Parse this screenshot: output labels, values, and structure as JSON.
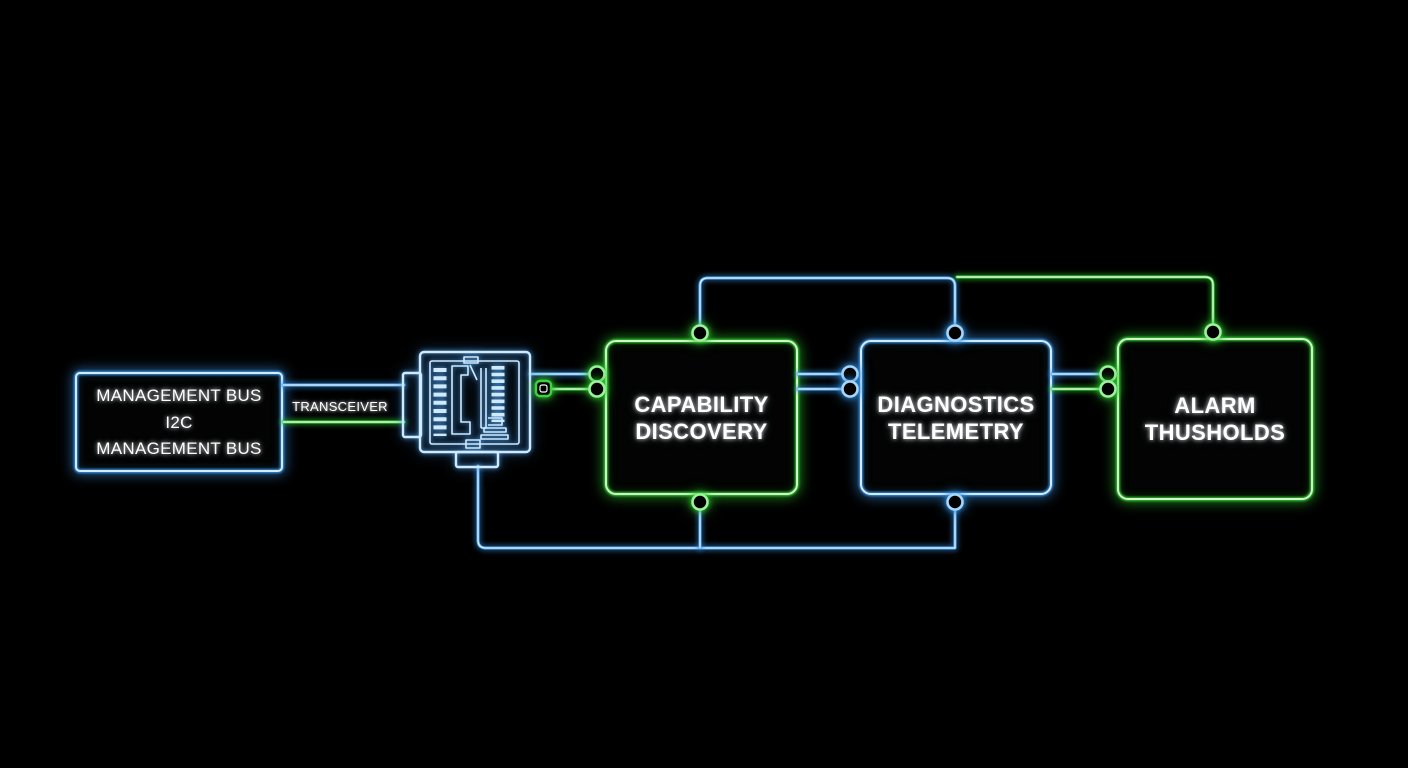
{
  "diagram": {
    "title": "transceiver management block diagram",
    "background": "#000000",
    "colors": {
      "blue_wire": "#57a9ee",
      "green_wire": "#3fd23f",
      "label_text": "#ffffff"
    },
    "nodes": {
      "management_bus": {
        "border_color": "#57a9ee",
        "lines": [
          "MANAGEMENT BUS",
          "I2C",
          "MANAGEMENT BUS"
        ]
      },
      "transceiver": {
        "label": "TRANSCEIVER",
        "border_color": "#57a9ee",
        "icon": "transceiver-edge-connector"
      },
      "capability_discovery": {
        "border_color": "#3fd23f",
        "lines": [
          "CAPABILITY",
          "DISCOVERY"
        ]
      },
      "diagnostics_telemetry": {
        "border_color": "#57a9ee",
        "lines": [
          "DIAGNOSTICS",
          "TELEMETRY"
        ]
      },
      "alarm_thresholds": {
        "border_color": "#3fd23f",
        "lines": [
          "ALARM",
          "THUSHOLDS"
        ]
      }
    }
  }
}
